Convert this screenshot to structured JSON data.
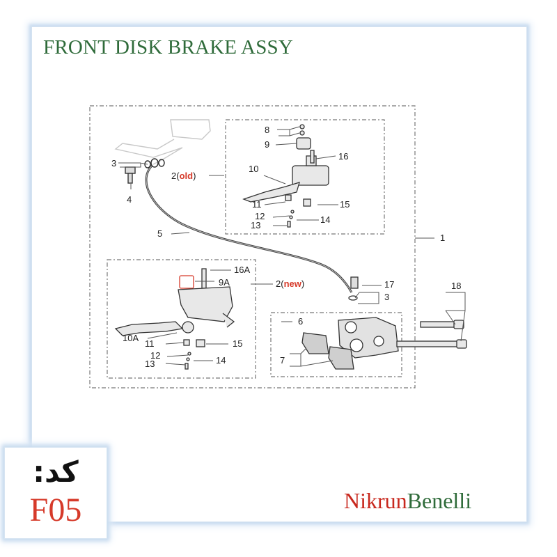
{
  "title": "FRONT DISK BRAKE ASSY",
  "code": {
    "label": "کد:",
    "value": "F05"
  },
  "brand": {
    "part1": "Nikrun",
    "part2": "Benelli"
  },
  "colors": {
    "title": "#2f6b3a",
    "code": "#d63a2a",
    "brand_red": "#c8281e",
    "brand_green": "#2f6b3a",
    "callout_red": "#d63a2a"
  },
  "callouts": {
    "c1": "1",
    "c2_old_prefix": "2(",
    "c2_old_word": "old",
    "c2_suffix": ")",
    "c2_new_prefix": "2(",
    "c2_new_word": "new",
    "c2_new_suffix": ")",
    "c3a": "3",
    "c3b": "3",
    "c4": "4",
    "c5": "5",
    "c6": "6",
    "c7": "7",
    "c8": "8",
    "c9": "9",
    "c9a": "9A",
    "c10": "10",
    "c10a": "10A",
    "c11a": "11",
    "c11b": "11",
    "c12a": "12",
    "c12b": "12",
    "c13a": "13",
    "c13b": "13",
    "c14a": "14",
    "c14b": "14",
    "c15a": "15",
    "c15b": "15",
    "c16": "16",
    "c16a": "16A",
    "c17": "17",
    "c18": "18"
  }
}
